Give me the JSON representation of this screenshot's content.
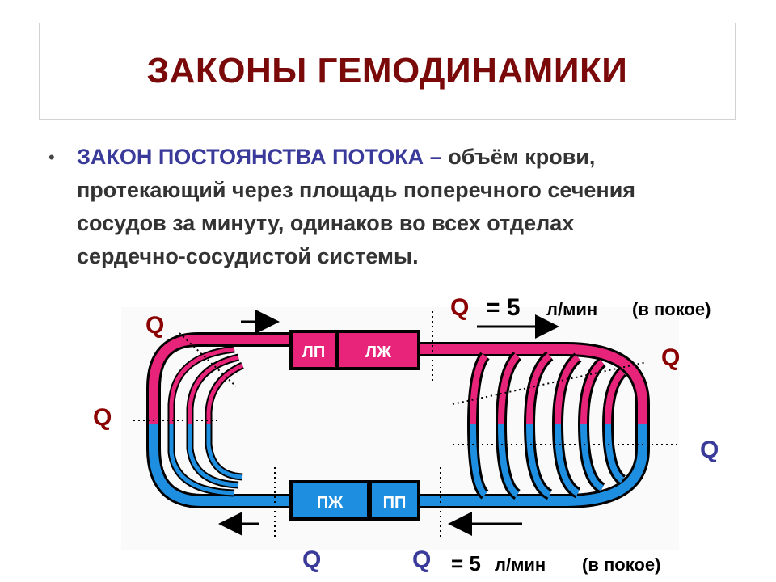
{
  "title": "ЗАКОНЫ ГЕМОДИНАМИКИ",
  "bullet": {
    "term": "ЗАКОН ПОСТОЯНСТВА ПОТОКА",
    "dash": " – ",
    "definition": "объём крови, протекающий через площадь поперечного сечения сосудов за минуту, одинаков во всех отделах сердечно-сосудистой системы."
  },
  "diagram": {
    "q_symbol": "Q",
    "top_flow": {
      "q": "Q",
      "eq": "= 5",
      "unit": "л/мин",
      "note": "(в покое)"
    },
    "bottom_flow": {
      "q": "Q",
      "eq": "= 5",
      "unit": "л/мин",
      "note": "(в покое)"
    },
    "chambers": {
      "la": "ЛП",
      "lv": "ЛЖ",
      "rv": "ПЖ",
      "ra": "ПП"
    },
    "colors": {
      "arterial": "#e8247a",
      "venous": "#1e8ee0",
      "outline": "#000000"
    }
  }
}
